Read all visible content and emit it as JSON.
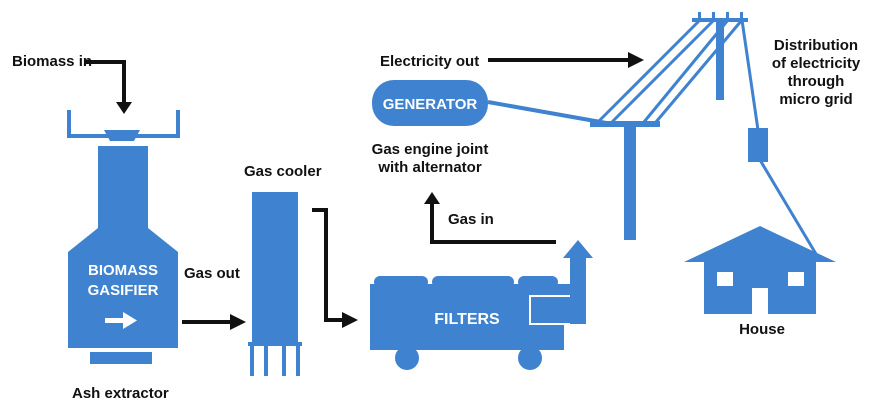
{
  "labels": {
    "biomass_in": "Biomass in",
    "electricity_out": "Electricity out",
    "distribution_line1": "Distribution",
    "distribution_line2": "of electricity",
    "distribution_line3": "through",
    "distribution_line4": "micro grid",
    "generator": "GENERATOR",
    "gas_engine_line1": "Gas engine joint",
    "gas_engine_line2": "with alternator",
    "gas_cooler": "Gas cooler",
    "gas_in": "Gas in",
    "gasifier_line1": "BIOMASS",
    "gasifier_line2": "GASIFIER",
    "gas_out": "Gas out",
    "filters": "FILTERS",
    "house": "House",
    "ash_extractor": "Ash extractor"
  },
  "colors": {
    "equipment_blue": "#3f82d0",
    "arrow_black": "#111111",
    "label_white": "#ffffff"
  },
  "icons": {
    "arrow_in_gasifier": "right-arrow-icon",
    "filter_exhaust": "up-arrow-icon"
  }
}
